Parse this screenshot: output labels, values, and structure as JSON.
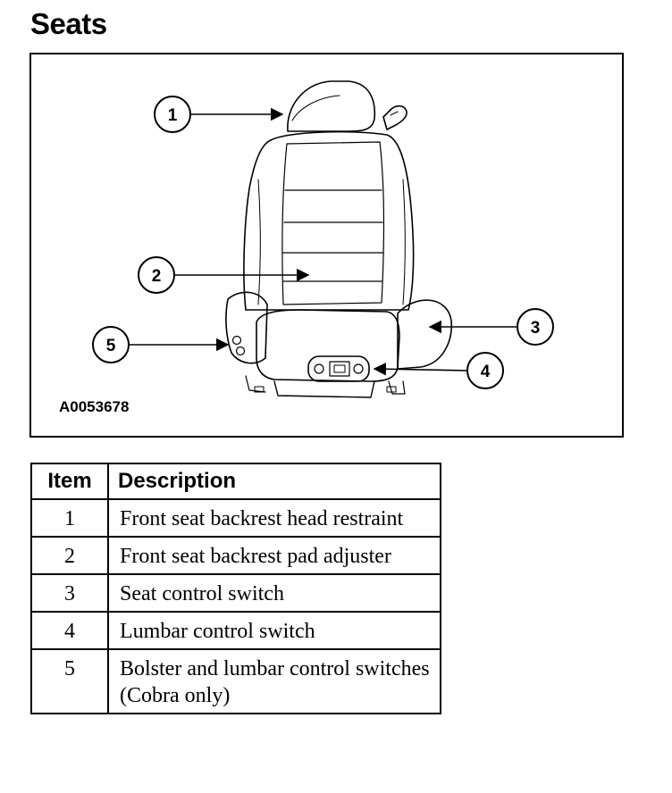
{
  "page": {
    "title": "Seats"
  },
  "figure": {
    "id": "A0053678",
    "callouts": [
      "1",
      "2",
      "3",
      "4",
      "5"
    ]
  },
  "table": {
    "headers": {
      "item": "Item",
      "description": "Description"
    },
    "rows": [
      {
        "item": "1",
        "description": "Front seat backrest head restraint"
      },
      {
        "item": "2",
        "description": "Front seat backrest pad adjuster"
      },
      {
        "item": "3",
        "description": "Seat control switch"
      },
      {
        "item": "4",
        "description": "Lumbar control switch"
      },
      {
        "item": "5",
        "description": "Bolster and lumbar control switches (Cobra only)"
      }
    ]
  }
}
